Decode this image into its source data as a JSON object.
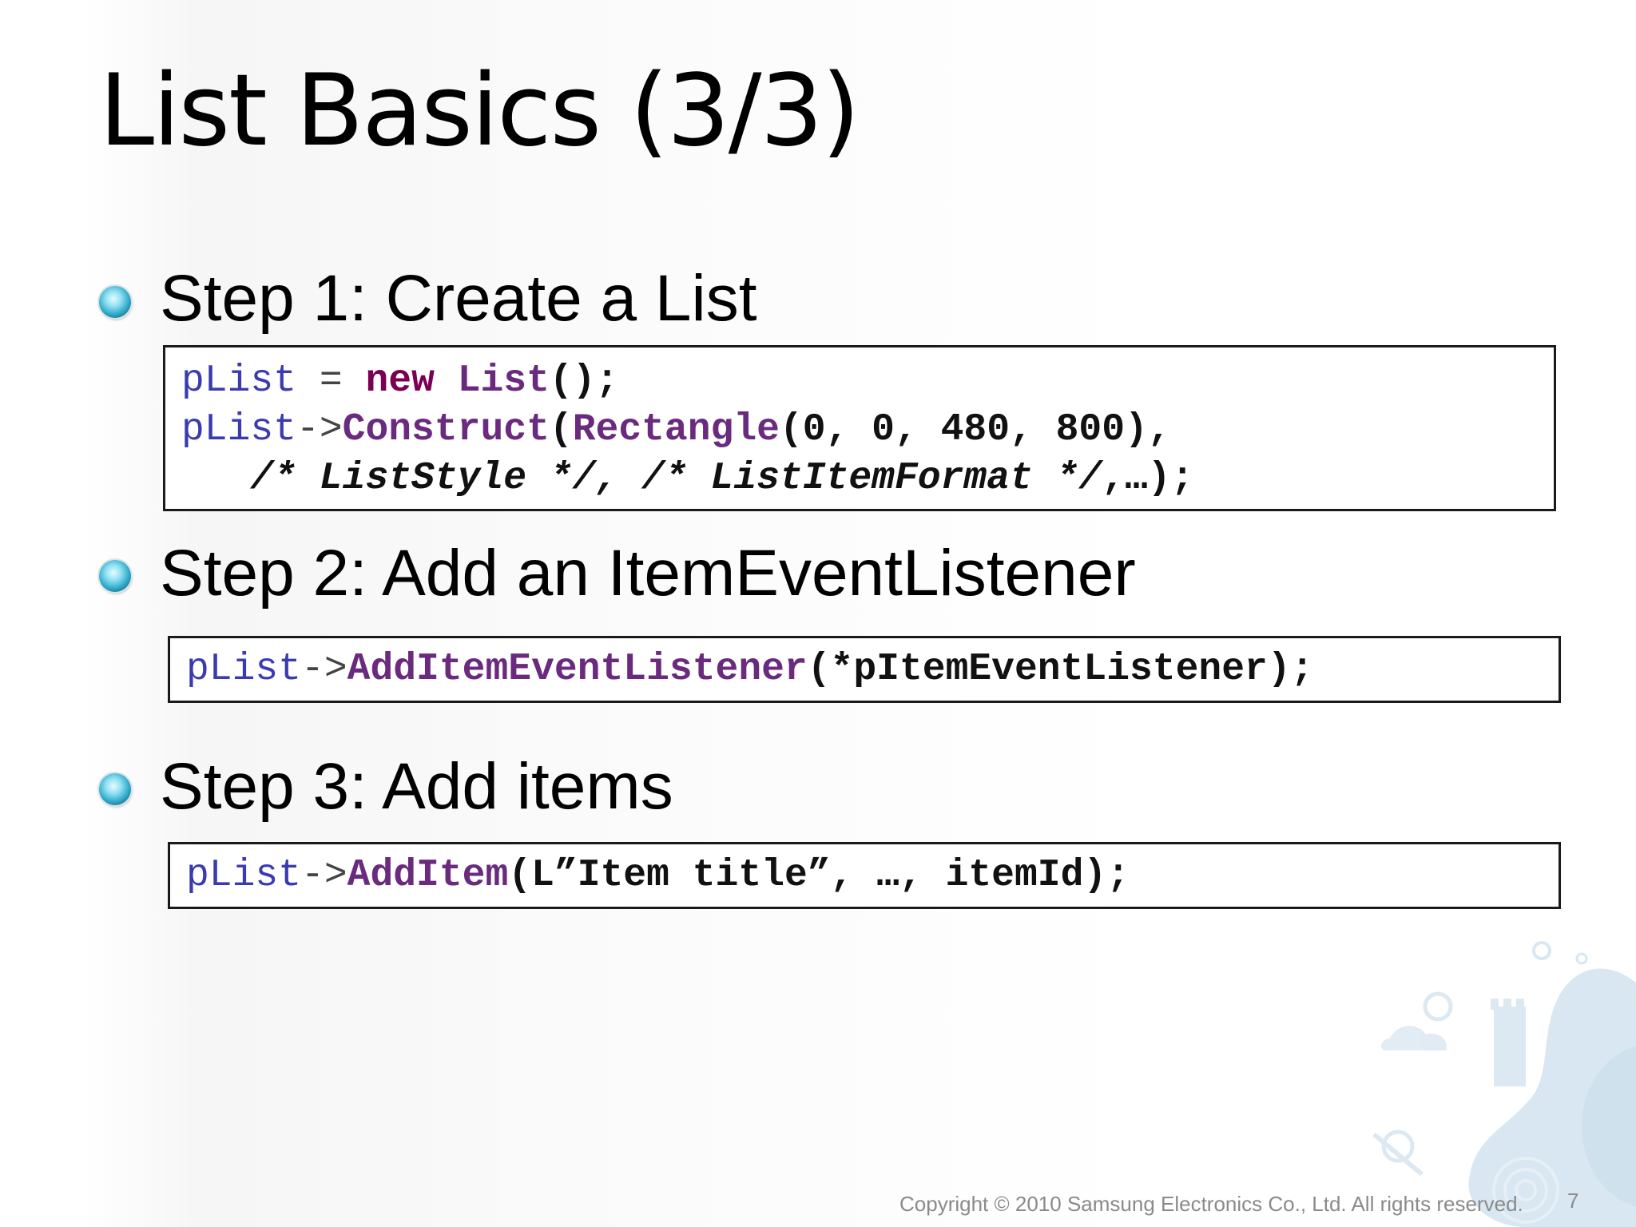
{
  "slide": {
    "title": "List Basics (3/3)",
    "footer": "Copyright © 2010 Samsung Electronics Co., Ltd. All rights reserved.",
    "page_number": "7"
  },
  "steps": [
    {
      "label": "Step 1: Create a List",
      "code": [
        [
          {
            "text": "pList",
            "cls": "var"
          },
          {
            "text": " = ",
            "cls": "op"
          },
          {
            "text": "new",
            "cls": "kw"
          },
          {
            "text": " ",
            "cls": "op"
          },
          {
            "text": "List",
            "cls": "fn"
          },
          {
            "text": "();",
            "cls": "pl"
          }
        ],
        [
          {
            "text": "pList",
            "cls": "var"
          },
          {
            "text": "->",
            "cls": "op"
          },
          {
            "text": "Construct",
            "cls": "fn"
          },
          {
            "text": "(",
            "cls": "pl"
          },
          {
            "text": "Rectangle",
            "cls": "fn"
          },
          {
            "text": "(0, 0, 480, 800),",
            "cls": "pl"
          }
        ],
        [
          {
            "text": "   /* ListStyle */, /* ListItemFormat */",
            "cls": "cm"
          },
          {
            "text": ",…);",
            "cls": "pl"
          }
        ]
      ]
    },
    {
      "label": "Step 2: Add an ItemEventListener",
      "code": [
        [
          {
            "text": "pList",
            "cls": "var"
          },
          {
            "text": "->",
            "cls": "op"
          },
          {
            "text": "AddItemEventListener",
            "cls": "fn"
          },
          {
            "text": "(*pItemEventListener);",
            "cls": "pl"
          }
        ]
      ]
    },
    {
      "label": "Step 3: Add items",
      "code": [
        [
          {
            "text": "pList",
            "cls": "var"
          },
          {
            "text": "->",
            "cls": "op"
          },
          {
            "text": "AddItem",
            "cls": "fn"
          },
          {
            "text": "(L”Item title”, …, itemId);",
            "cls": "pl"
          }
        ]
      ]
    }
  ]
}
